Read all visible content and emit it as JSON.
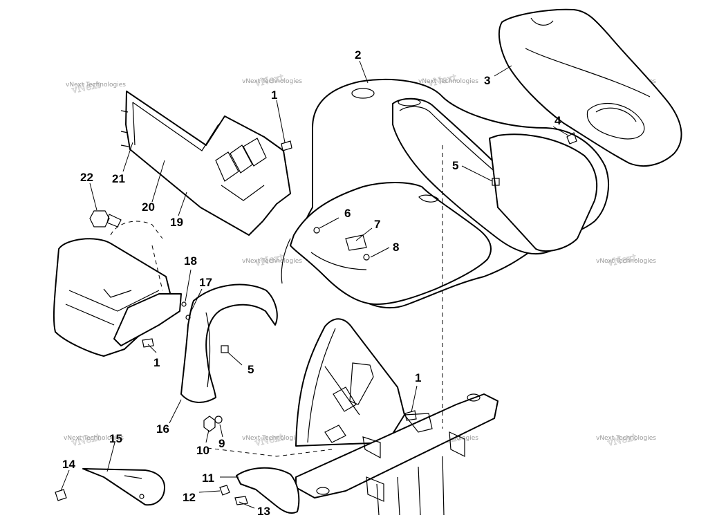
{
  "watermark": "vNext Technologies",
  "callouts": {
    "c1a": "1",
    "c1b": "1",
    "c1c": "1",
    "c2": "2",
    "c3": "3",
    "c4": "4",
    "c5a": "5",
    "c5b": "5",
    "c6": "6",
    "c7": "7",
    "c8": "8",
    "c9": "9",
    "c10": "10",
    "c11": "11",
    "c12": "12",
    "c13": "13",
    "c14": "14",
    "c15": "15",
    "c16": "16",
    "c17": "17",
    "c18": "18",
    "c19": "19",
    "c20": "20",
    "c21": "21",
    "c22": "22"
  }
}
